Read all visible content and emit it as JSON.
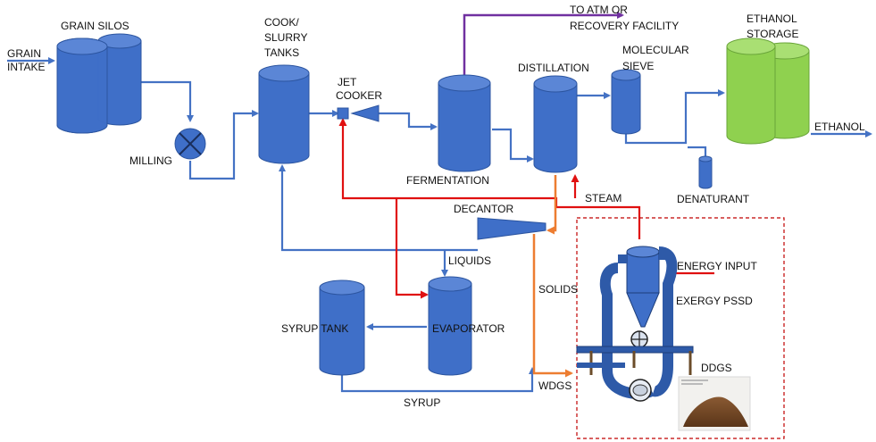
{
  "labels": {
    "grain_intake": [
      "GRAIN",
      "INTAKE"
    ],
    "grain_silos": "GRAIN SILOS",
    "milling": "MILLING",
    "cook_slurry": [
      "COOK/",
      "SLURRY",
      "TANKS"
    ],
    "jet_cooker": [
      "JET",
      "COOKER"
    ],
    "to_atm": [
      "TO ATM OR",
      "RECOVERY FACILITY"
    ],
    "distillation": "DISTILLATION",
    "molecular_sieve": [
      "MOLECULAR",
      "SIEVE"
    ],
    "ethanol_storage": [
      "ETHANOL",
      "STORAGE"
    ],
    "ethanol": "ETHANOL",
    "fermentation": "FERMENTATION",
    "steam": "STEAM",
    "denaturant": "DENATURANT",
    "decantor": "DECANTOR",
    "liquids": "LIQUIDS",
    "solids": "SOLIDS",
    "energy_input": "ENERGY INPUT",
    "exergy_pssd": "EXERGY PSSD",
    "syrup_tank": "SYRUP TANK",
    "evaporator": "EVAPORATOR",
    "ddgs": "DDGS",
    "wdgs": "WDGS",
    "syrup": "SYRUP"
  },
  "colors": {
    "tank_fill": "#3f6fc8",
    "tank_stroke": "#2c55a0",
    "storage_fill": "#8fd14f",
    "storage_stroke": "#6aa53a",
    "flow_blue": "#4472c4",
    "flow_purple": "#7030a0",
    "flow_red": "#e01010",
    "flow_orange": "#ed7d31",
    "pssd_box": "#c00000",
    "dryer_blue": "#2e5aa8"
  }
}
